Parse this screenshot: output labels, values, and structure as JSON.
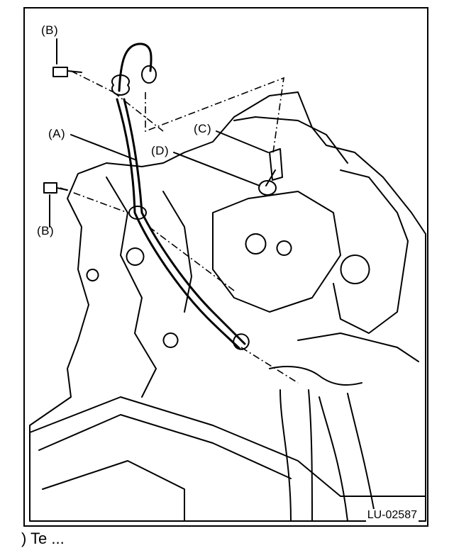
{
  "figure": {
    "code": "LU-02587",
    "caption_fragment": ") Te         ..."
  },
  "labels": [
    {
      "id": "b_top",
      "text": "(B)"
    },
    {
      "id": "a",
      "text": "(A)"
    },
    {
      "id": "c",
      "text": "(C)"
    },
    {
      "id": "d",
      "text": "(D)"
    },
    {
      "id": "b_bottom",
      "text": "(B)"
    }
  ],
  "colors": {
    "line": "#000000",
    "background": "#ffffff"
  }
}
